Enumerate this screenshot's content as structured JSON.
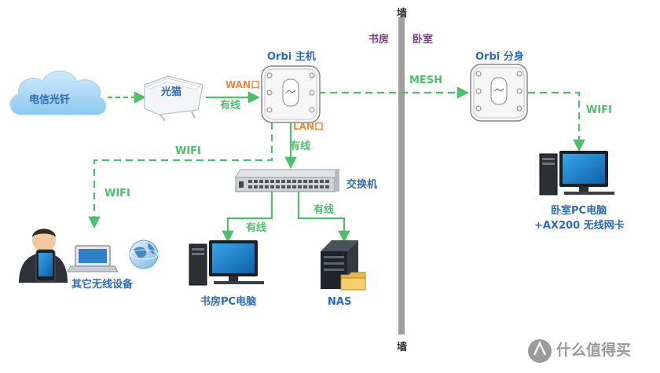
{
  "wall": {
    "top_label": "墙",
    "bottom_label": "墙",
    "left_room": "书房",
    "right_room": "卧室"
  },
  "nodes": {
    "telecom": {
      "label": "电信光钎"
    },
    "modem": {
      "label": "光猫"
    },
    "orbi_main": {
      "label": "Orbi 主机"
    },
    "orbi_sat": {
      "label": "Orbi 分身"
    },
    "switch": {
      "label": "交换机"
    },
    "study_pc": {
      "label": "书房PC电脑"
    },
    "nas": {
      "label": "NAS"
    },
    "bedroom_pc": {
      "line1": "卧室PC电脑",
      "line2": "+AX200 无线网卡"
    },
    "wireless": {
      "label": "其它无线设备"
    }
  },
  "links": {
    "wan_port": "WAN口",
    "lan_port": "LAN口",
    "modem_main_wired": "有线",
    "main_switch_wired": "有线",
    "switch_pc_wired": "有线",
    "switch_nas_wired": "有线",
    "mesh": "MESH",
    "wifi_main": "WIFI",
    "wifi_down": "WIFI",
    "wifi_sat": "WIFI"
  },
  "watermark": {
    "text": "什么值得买",
    "glyph": "值"
  },
  "colors": {
    "link": "#4fc06a",
    "label_blue": "#2e6db5",
    "port": "#f08a3c",
    "room": "#7a3a8a",
    "wall": "#9e9e9e"
  }
}
